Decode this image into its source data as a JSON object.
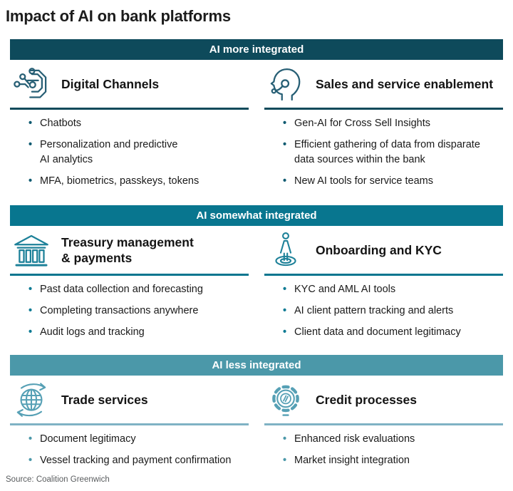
{
  "page": {
    "title": "Impact of AI on bank platforms",
    "source": "Source: Coalition Greenwich"
  },
  "colors": {
    "band_more": "#0e4a5b",
    "band_somewhat": "#08768f",
    "band_less": "#4b98a9",
    "icon_more": "#275f75",
    "icon_somewhat": "#1d8199",
    "icon_less": "#56a0b5",
    "text": "#1a1a1a",
    "band_text": "#ffffff",
    "source_text": "#595c5e"
  },
  "sections": [
    {
      "band": "AI more integrated",
      "columns": [
        {
          "icon": "circuit-icon",
          "title": "Digital Channels",
          "bullets": [
            "Chatbots",
            "Personalization and predictive\nAI analytics",
            "MFA, biometrics, passkeys, tokens"
          ]
        },
        {
          "icon": "headset-person-icon",
          "title": "Sales and service enablement",
          "bullets": [
            "Gen-AI for Cross Sell Insights",
            "Efficient gathering of data from disparate\ndata sources within the bank",
            "New AI tools for service teams"
          ]
        }
      ]
    },
    {
      "band": "AI somewhat integrated",
      "columns": [
        {
          "icon": "bank-icon",
          "title": "Treasury management\n& payments",
          "bullets": [
            "Past data collection and forecasting",
            "Completing transactions anywhere",
            "Audit logs and tracking"
          ]
        },
        {
          "icon": "person-rings-icon",
          "title": "Onboarding and KYC",
          "bullets": [
            "KYC and AML AI tools",
            "AI client pattern tracking and alerts",
            "Client data and document legitimacy"
          ]
        }
      ]
    },
    {
      "band": "AI less integrated",
      "columns": [
        {
          "icon": "globe-arrows-icon",
          "title": "Trade services",
          "bullets": [
            "Document legitimacy",
            "Vessel tracking and payment confirmation"
          ]
        },
        {
          "icon": "gear-link-icon",
          "title": "Credit processes",
          "bullets": [
            "Enhanced risk evaluations",
            "Market insight integration"
          ]
        }
      ]
    }
  ]
}
